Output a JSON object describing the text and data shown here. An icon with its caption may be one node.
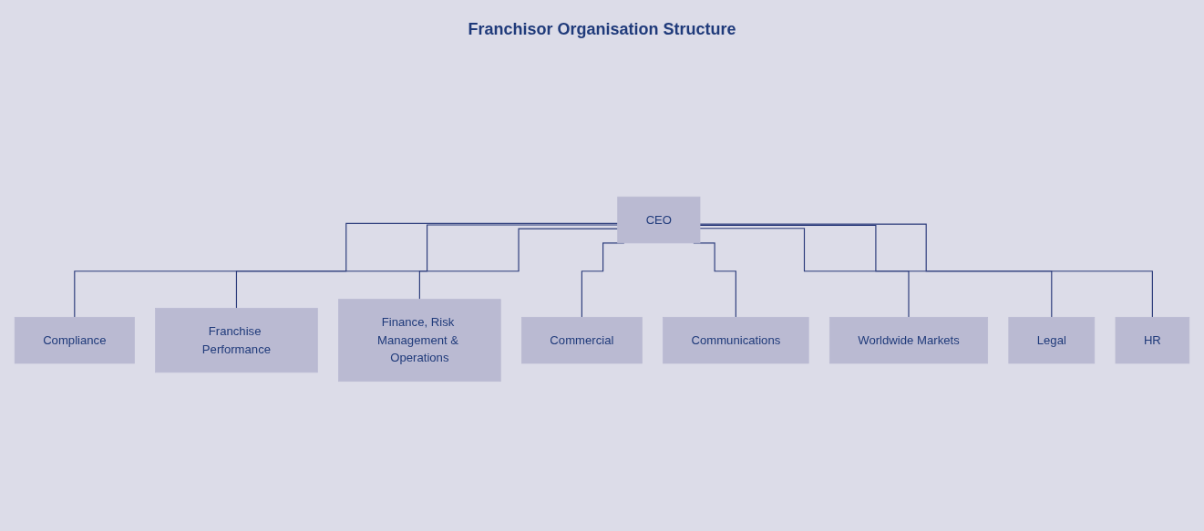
{
  "diagram": {
    "title": "Franchisor Organisation Structure",
    "nodes": [
      {
        "text": [
          "CEO"
        ]
      },
      {
        "text": [
          "Compliance"
        ]
      },
      {
        "text": [
          "Franchise Performance"
        ]
      },
      {
        "text": [
          "Finance, Risk Management & Operations"
        ]
      },
      {
        "text": [
          "Commercial"
        ]
      },
      {
        "text": [
          "Communications"
        ]
      },
      {
        "text": [
          "Worldwide Markets"
        ]
      },
      {
        "text": [
          "Legal"
        ]
      },
      {
        "text": [
          "HR"
        ]
      }
    ],
    "edges": [
      {
        "from": 0,
        "to": 1,
        "arrow": "none"
      },
      {
        "from": 0,
        "to": 2,
        "arrow": "none"
      },
      {
        "from": 0,
        "to": 3,
        "arrow": "none"
      },
      {
        "from": 0,
        "to": 4,
        "arrow": "none"
      },
      {
        "from": 0,
        "to": 5,
        "arrow": "none"
      },
      {
        "from": 0,
        "to": 6,
        "arrow": "none"
      },
      {
        "from": 0,
        "to": 7,
        "arrow": "none"
      },
      {
        "from": 0,
        "to": 8,
        "arrow": "none"
      }
    ]
  }
}
